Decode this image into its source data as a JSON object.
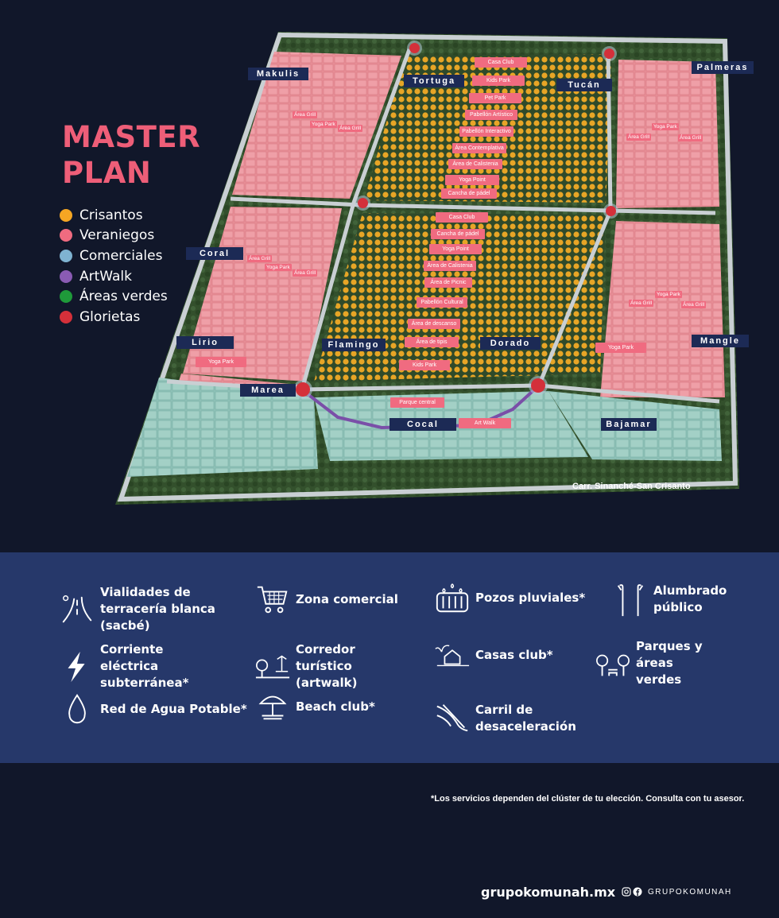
{
  "header": {
    "title_line1": "MASTER",
    "title_line2": "PLAN"
  },
  "legend": [
    {
      "label": "Crisantos",
      "color": "#f5a623"
    },
    {
      "label": "Veraniegos",
      "color": "#f06b80"
    },
    {
      "label": "Comerciales",
      "color": "#7fb3d1"
    },
    {
      "label": "ArtWalk",
      "color": "#8a5bb3"
    },
    {
      "label": "Áreas verdes",
      "color": "#1f9a3a"
    },
    {
      "label": "Glorietas",
      "color": "#d4303a"
    }
  ],
  "zones": {
    "makulis": "Makulis",
    "tortuga": "Tortuga",
    "tucan": "Tucán",
    "palmeras": "Palmeras",
    "coral": "Coral",
    "lirio": "Lirio",
    "flamingo": "Flamingo",
    "dorado": "Dorado",
    "mangle": "Mangle",
    "marea": "Marea",
    "cocal": "Cocal",
    "bajamar": "Bajamar"
  },
  "amenities_top": [
    "Casa Club",
    "Kids Park",
    "Pet Park",
    "Pabellón Artístico",
    "Pabellón Interactivo",
    "Área Contemplativa",
    "Área de Calistenia",
    "Yoga Point",
    "Cancha de pádel"
  ],
  "amenities_mid": [
    "Casa Club",
    "Cancha de pádel",
    "Yoga Point",
    "Área de Calistenia",
    "Área de Picnic",
    "Pabellón Cultural",
    "Área de descanso",
    "Área de tipis",
    "Kids Park"
  ],
  "amenities_side": {
    "area_grill": "Área Grill",
    "yoga_park": "Yoga Park",
    "parque_central": "Parque central",
    "art_walk": "Art Walk"
  },
  "road_caption": "Carr. Sinanché-San Crisanto",
  "features": {
    "vialidades": "Vialidades de terracería blanca (sacbé)",
    "zona_comercial": "Zona comercial",
    "pozos": "Pozos pluviales*",
    "alumbrado": "Alumbrado público",
    "corriente": "Corriente eléctrica subterránea*",
    "corredor": "Corredor turístico (artwalk)",
    "casas_club": "Casas club*",
    "parques": "Parques y áreas verdes",
    "agua": "Red de Agua Potable*",
    "beach": "Beach club*",
    "carril": "Carril de desaceleración"
  },
  "footnote": "*Los servicios dependen del clúster de tu elección. Consulta con tu asesor.",
  "footer": {
    "website": "grupokomunah.mx",
    "social_handle": "GRUPOKOMUNAH"
  },
  "icons": [
    "road-icon",
    "cart-icon",
    "drain-icon",
    "streetlight-icon",
    "lightning-icon",
    "park-icon",
    "house-palm-icon",
    "trees-bench-icon",
    "water-drop-icon",
    "umbrella-icon",
    "lane-icon",
    "instagram-icon",
    "facebook-icon"
  ]
}
